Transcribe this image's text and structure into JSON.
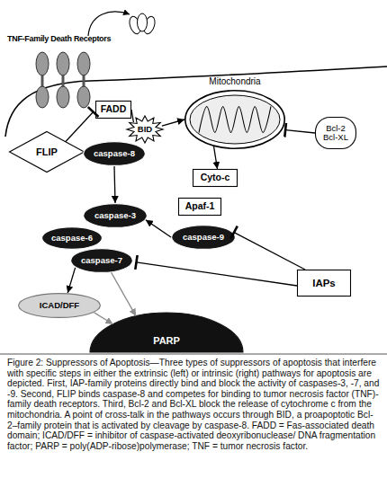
{
  "diagram": {
    "caption": "Figure 2: Suppressors of Apoptosis—Three types of suppressors of apoptosis that interfere with specific steps in either the extrinsic (left) or intrinsic (right) pathways for apoptosis are depicted. First, IAP-family proteins directly bind and block the activity of caspases-3, -7, and -9. Second, FLIP binds caspase-8 and competes for binding to tumor necrosis factor (TNF)-family death receptors. Third, Bcl-2 and Bcl-XL block the release of cytochrome c from the mitochondria. A point of cross-talk in the pathways occurs through BID, a proapoptotic Bcl-2–family protein that is activated by cleavage by caspase-8. FADD = Fas-associated death domain; ICAD/DFF = inhibitor of caspase-activated deoxyribonuclease/ DNA fragmentation factor; PARP = poly(ADP-ribose)polymerase; TNF = tumor necrosis factor.",
    "nodes": [
      {
        "text": [
          "FADD"
        ]
      },
      {
        "text": [
          "BID"
        ]
      },
      {
        "text": [
          "Mitochondria"
        ]
      },
      {
        "text": [
          "Bcl-2 Bcl-XL"
        ]
      },
      {
        "text": [
          "FLIP"
        ]
      },
      {
        "text": [
          "caspase-8"
        ]
      },
      {
        "text": [
          "Cyto-c"
        ]
      },
      {
        "text": [
          "Apaf-1"
        ]
      },
      {
        "text": [
          "caspase-3"
        ]
      },
      {
        "text": [
          "caspase-9"
        ]
      },
      {
        "text": [
          "caspase-6"
        ]
      },
      {
        "text": [
          "caspase-7"
        ]
      },
      {
        "text": [
          "IAPs"
        ]
      },
      {
        "text": [
          "ICAD/DFF"
        ]
      },
      {
        "text": [
          "PARP"
        ]
      }
    ],
    "edges": [
      {
        "from": 4,
        "to": 0,
        "arrow": "to"
      },
      {
        "from": 0,
        "to": 1,
        "arrow": "none"
      },
      {
        "from": 1,
        "to": 2,
        "arrow": "to"
      },
      {
        "from": 3,
        "to": 2,
        "arrow": "to"
      },
      {
        "from": 2,
        "to": 6,
        "arrow": "to"
      },
      {
        "from": 5,
        "to": 8,
        "arrow": "to"
      },
      {
        "from": 9,
        "to": 8,
        "arrow": "to"
      },
      {
        "from": 12,
        "to": 9,
        "arrow": "to"
      },
      {
        "from": 12,
        "to": 11,
        "arrow": "to"
      },
      {
        "from": 11,
        "to": 13,
        "arrow": "to"
      },
      {
        "from": 11,
        "to": 14,
        "arrow": "to"
      },
      {
        "from": 13,
        "to": 14,
        "arrow": "to"
      }
    ],
    "labels": [
      "TNF-Family Death Receptors"
    ]
  }
}
